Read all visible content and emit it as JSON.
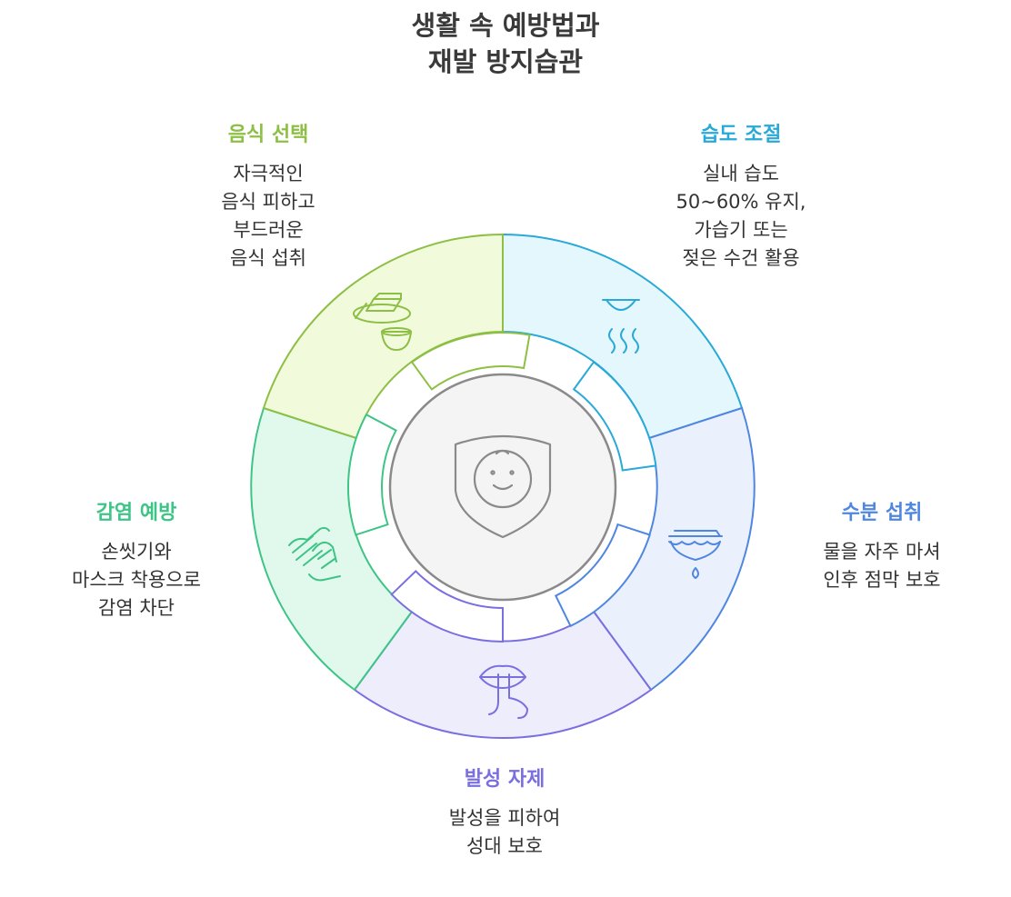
{
  "title": {
    "line1": "생활 속 예방법과",
    "line2": "재발 방지습관"
  },
  "sections": {
    "food": {
      "heading": "음식 선택",
      "lines": [
        "자극적인",
        "음식 피하고",
        "부드러운",
        "음식 섭취"
      ],
      "color": "#8dbf45",
      "fill": "#f1fbdc",
      "icon": "food-plate-bowl-icon"
    },
    "humidity": {
      "heading": "습도 조절",
      "lines": [
        "실내 습도",
        "50~60% 유지,",
        "가습기 또는",
        "젖은 수건 활용"
      ],
      "color": "#29a9d8",
      "fill": "#e4f7fd",
      "icon": "humidifier-steam-icon"
    },
    "water": {
      "heading": "수분 섭취",
      "lines": [
        "물을 자주 마셔",
        "인후 점막 보호"
      ],
      "color": "#4f86e0",
      "fill": "#eaf1fd",
      "icon": "water-drop-icon"
    },
    "voice": {
      "heading": "발성 자제",
      "lines": [
        "발성을 피하여",
        "성대 보호"
      ],
      "color": "#7a6fe0",
      "fill": "#eeedfc",
      "icon": "lips-shush-finger-icon"
    },
    "infection": {
      "heading": "감염 예방",
      "lines": [
        "손씻기와",
        "마스크 착용으로",
        "감염 차단"
      ],
      "color": "#3ec486",
      "fill": "#e0f9ec",
      "icon": "hand-washing-icon"
    }
  },
  "center": {
    "icon": "shield-face-icon",
    "color": "#8a8a8a",
    "fill": "#f4f4f4"
  }
}
